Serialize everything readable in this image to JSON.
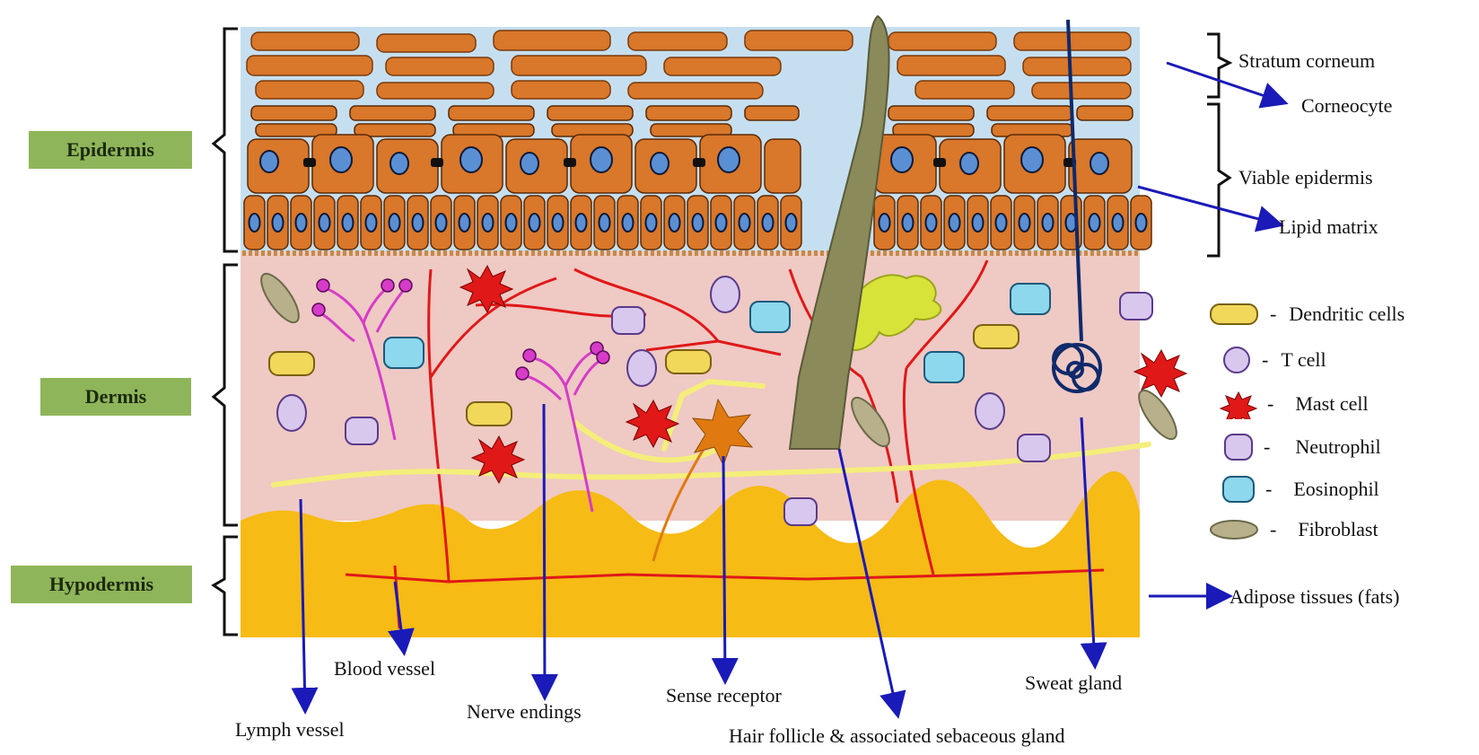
{
  "layers": {
    "epidermis": "Epidermis",
    "dermis": "Dermis",
    "hypodermis": "Hypodermis"
  },
  "right_labels": {
    "stratum_corneum": "Stratum corneum",
    "corneocyte": "Corneocyte",
    "viable_epidermis": "Viable epidermis",
    "lipid_matrix": "Lipid matrix",
    "adipose": "Adipose tissues (fats)"
  },
  "legend": [
    {
      "icon": "dendritic-cell-icon",
      "dash": "-",
      "label": "Dendritic cells"
    },
    {
      "icon": "t-cell-icon",
      "dash": "-",
      "label": "T cell"
    },
    {
      "icon": "mast-cell-icon",
      "dash": "-",
      "label": "Mast cell"
    },
    {
      "icon": "neutrophil-icon",
      "dash": "-",
      "label": "Neutrophil"
    },
    {
      "icon": "eosinophil-icon",
      "dash": "-",
      "label": "Eosinophil"
    },
    {
      "icon": "fibroblast-icon",
      "dash": "-",
      "label": "Fibroblast"
    }
  ],
  "bottom_labels": {
    "lymph_vessel": "Lymph vessel",
    "blood_vessel": "Blood vessel",
    "nerve_endings": "Nerve endings",
    "sense_receptor": "Sense receptor",
    "hair_follicle": "Hair follicle & associated sebaceous gland",
    "sweat_gland": "Sweat gland"
  },
  "colors": {
    "label_bg": "#8fb55a",
    "arrow": "#1a1ab8",
    "stratum": "#d9772a",
    "dermis": "#efc9c4",
    "hypodermis": "#f6bb14",
    "blood": "#e01818",
    "lymph": "#f4ee7a",
    "nerve": "#d63cc8",
    "hair": "#8a8a5a",
    "sweat": "#0f2a6b"
  }
}
